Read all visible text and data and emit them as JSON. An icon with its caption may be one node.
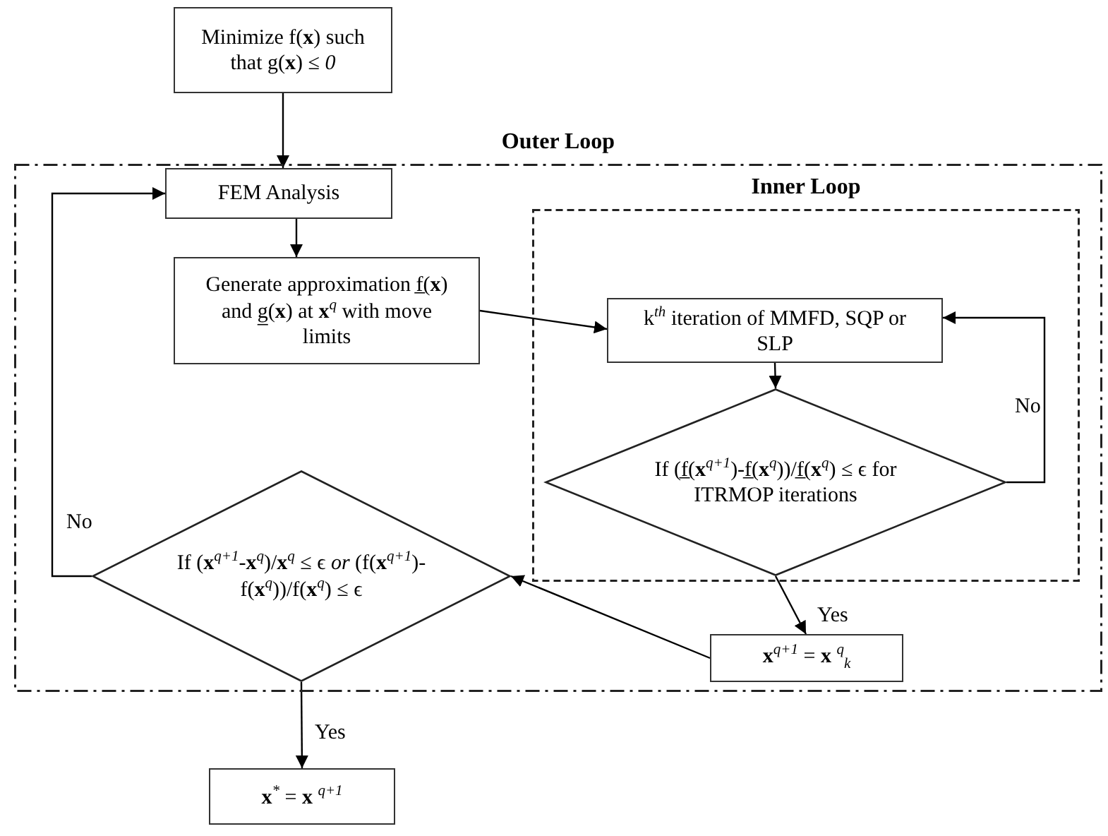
{
  "diagram": {
    "nodes": [
      {
        "text": [
          "Minimize f(**x**) such that g(**x**) ≤ *0*"
        ]
      },
      {
        "text": [
          "Outer Loop"
        ]
      },
      {
        "text": [
          "FEM Analysis"
        ],
        "in": 1
      },
      {
        "text": [
          "Generate approximation f̲(**x**) and g̲(**x**) at **x**$^{q}$ with move limits"
        ],
        "in": 1
      },
      {
        "text": [
          "Inner Loop"
        ],
        "in": 1
      },
      {
        "text": [
          "k$^{th}$ iteration of MMFD, SQP or SLP"
        ],
        "in": 4
      },
      {
        "text": [
          "If (f̲(**x**$^{q+1}$)-f̲(**x**$^{q}$))/f̲(**x**$^{q}$) ≤ ϵ for ITRMOP iterations"
        ],
        "in": 4
      },
      {
        "text": [
          "**x**$^{q+1}$ = **x** $^{q}$$_{k}$"
        ],
        "in": 1
      },
      {
        "text": [
          "If (**x**$^{q+1}$-**x**$^{q}$)/**x**$^{q}$ ≤ ϵ *or* (f(**x**$^{q+1}$)-f(**x**$^{q}$))/f(**x**$^{q}$) ≤ ϵ"
        ],
        "in": 1
      },
      {
        "text": [
          "**x**$^{*}$ = **x** $^{q+1}$"
        ]
      }
    ],
    "edges": [
      {
        "from": 0,
        "to": 2,
        "arrow": "to"
      },
      {
        "from": 2,
        "to": 3,
        "arrow": "to"
      },
      {
        "from": 3,
        "to": 5,
        "arrow": "to"
      },
      {
        "from": 5,
        "to": 6,
        "arrow": "to"
      },
      {
        "from": 6,
        "to": 5,
        "label": "No",
        "arrow": "to"
      },
      {
        "from": 6,
        "to": 7,
        "label": "Yes",
        "arrow": "to"
      },
      {
        "from": 7,
        "to": 8,
        "arrow": "to"
      },
      {
        "from": 8,
        "to": 2,
        "label": "No",
        "arrow": "to"
      },
      {
        "from": 8,
        "to": 9,
        "label": "Yes",
        "arrow": "to"
      }
    ]
  }
}
